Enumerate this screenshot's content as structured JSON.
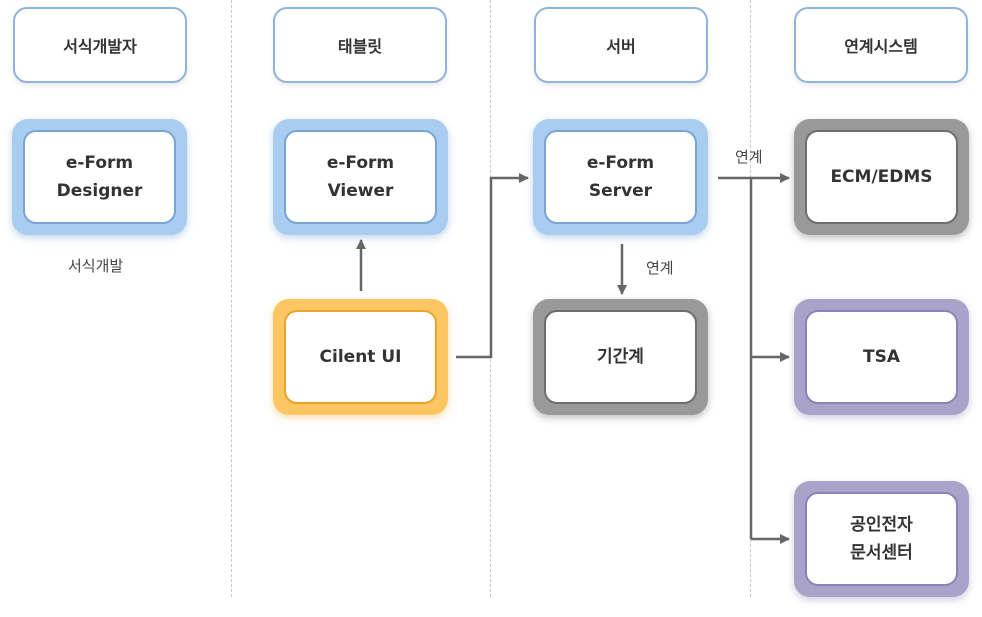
{
  "headers": [
    "서식개발자",
    "태블릿",
    "서버",
    "연계시스템"
  ],
  "nodes": {
    "designer": "e-Form\nDesigner",
    "viewer": "e-Form\nViewer",
    "client_ui": "Cilent UI",
    "server": "e-Form\nServer",
    "core": "기간계",
    "ecm": "ECM/EDMS",
    "tsa": "TSA",
    "cert": "공인전자\n문서센터"
  },
  "labels": {
    "designer_caption": "서식개발",
    "link_server_systems": "연계",
    "link_server_core": "연계"
  },
  "colors": {
    "blue": "#a9cdf1",
    "orange": "#fcc762",
    "gray": "#999999",
    "purple": "#aaa3c9",
    "arrow": "#666666"
  }
}
